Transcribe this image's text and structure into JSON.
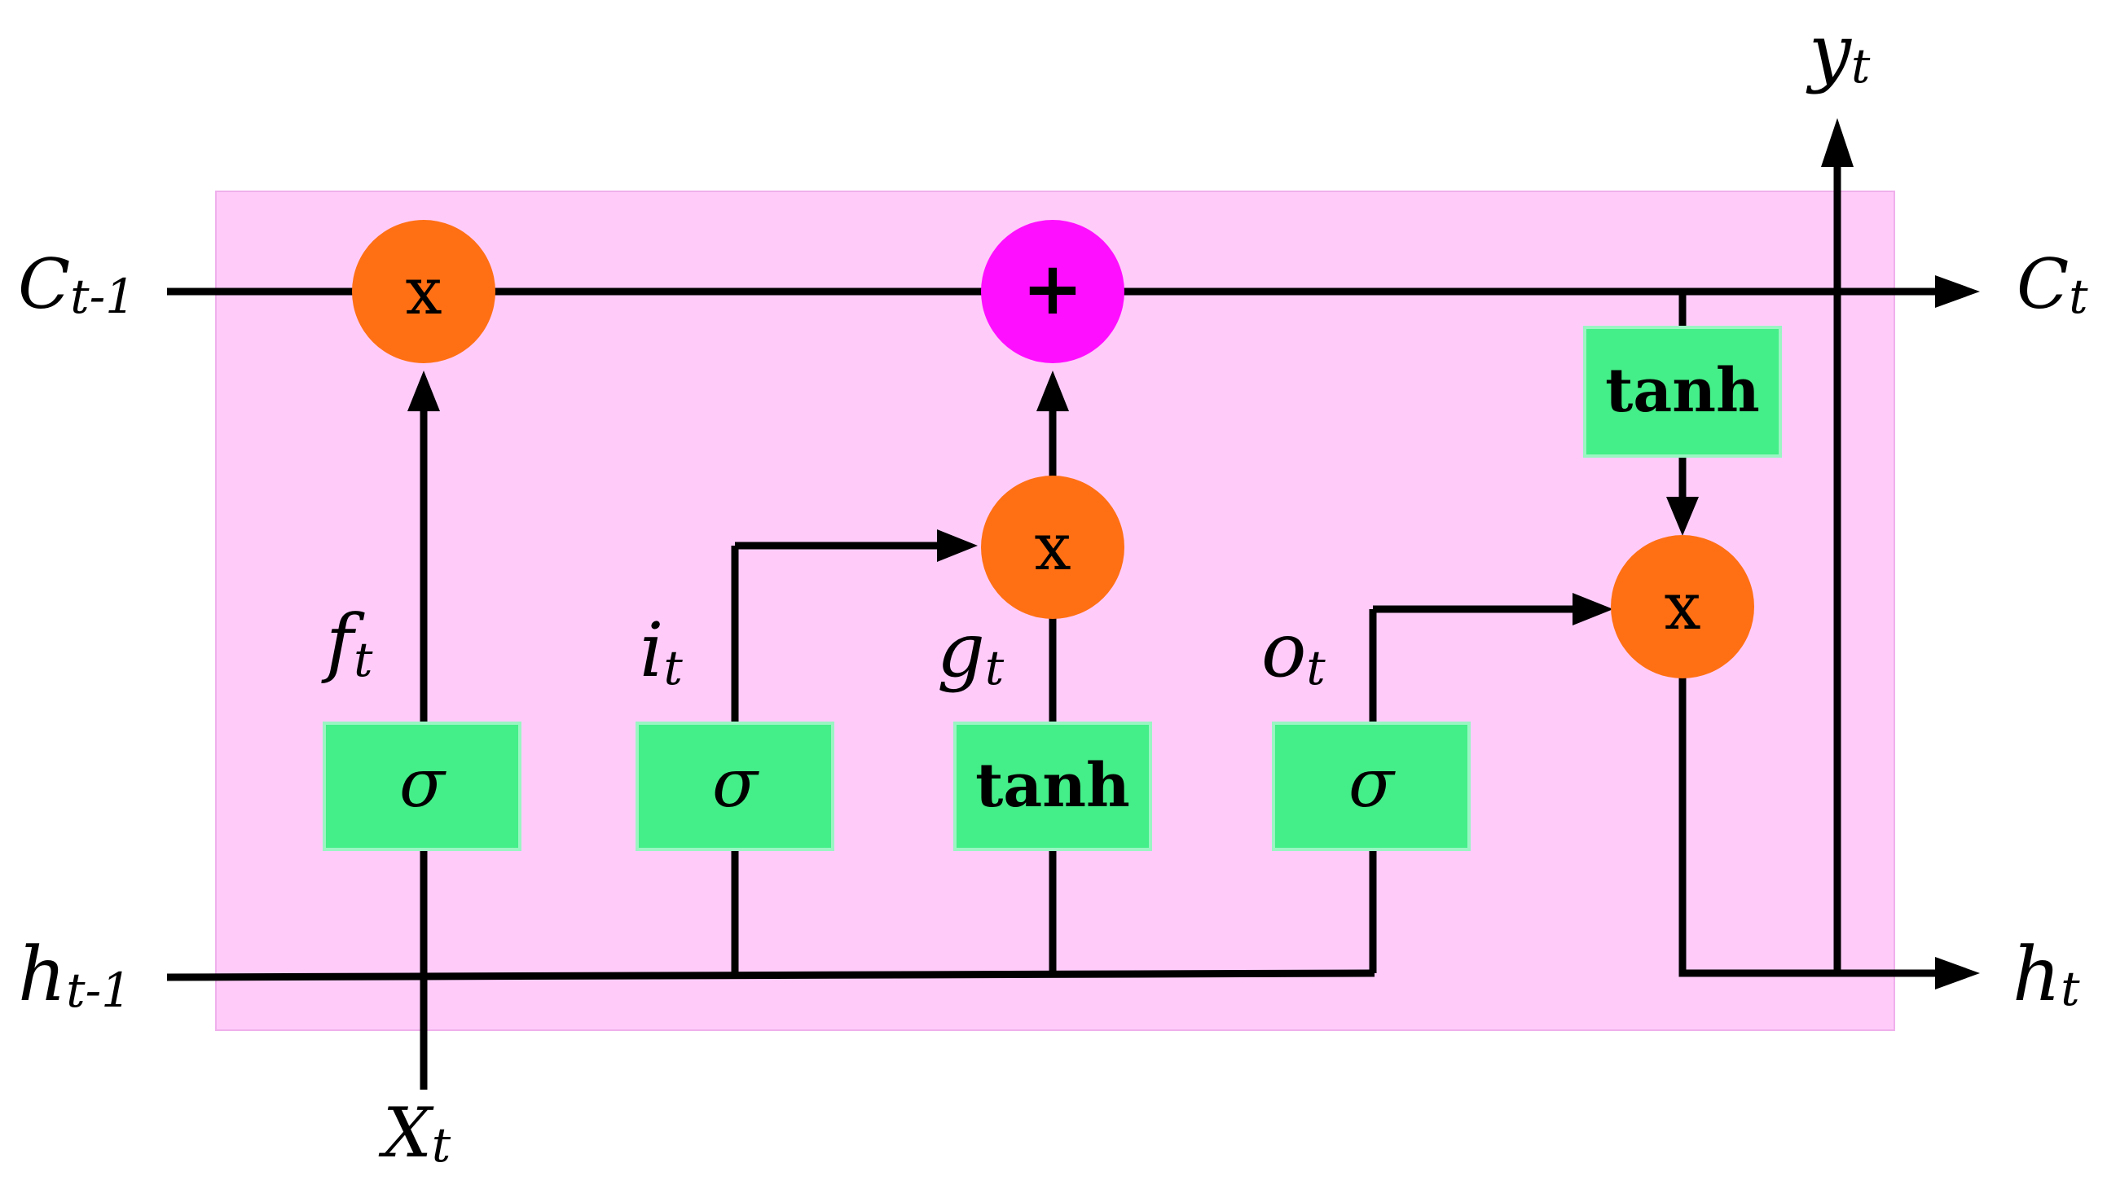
{
  "colors": {
    "cell_background": "#ffccfa",
    "gate_fill": "#44ee88",
    "multiply_node": "#ff7014",
    "add_node": "#ff0fff",
    "line": "#000000"
  },
  "inputs": {
    "prev_cell_state": {
      "base": "C",
      "sub": "t-1"
    },
    "prev_hidden_state": {
      "base": "h",
      "sub": "t-1"
    },
    "current_input": {
      "base": "X",
      "sub": "t"
    }
  },
  "outputs": {
    "cell_state": {
      "base": "C",
      "sub": "t"
    },
    "hidden_state": {
      "base": "h",
      "sub": "t"
    },
    "output": {
      "base": "y",
      "sub": "t"
    }
  },
  "gate_labels": {
    "forget": {
      "base": "f",
      "sub": "t"
    },
    "input": {
      "base": "i",
      "sub": "t"
    },
    "candidate": {
      "base": "g",
      "sub": "t"
    },
    "output": {
      "base": "o",
      "sub": "t"
    }
  },
  "gates": {
    "forget_activation": "σ",
    "input_activation": "σ",
    "candidate_activation": "tanh",
    "output_activation": "σ",
    "cell_tanh": "tanh"
  },
  "operators": {
    "multiply": "x",
    "add": "+"
  }
}
